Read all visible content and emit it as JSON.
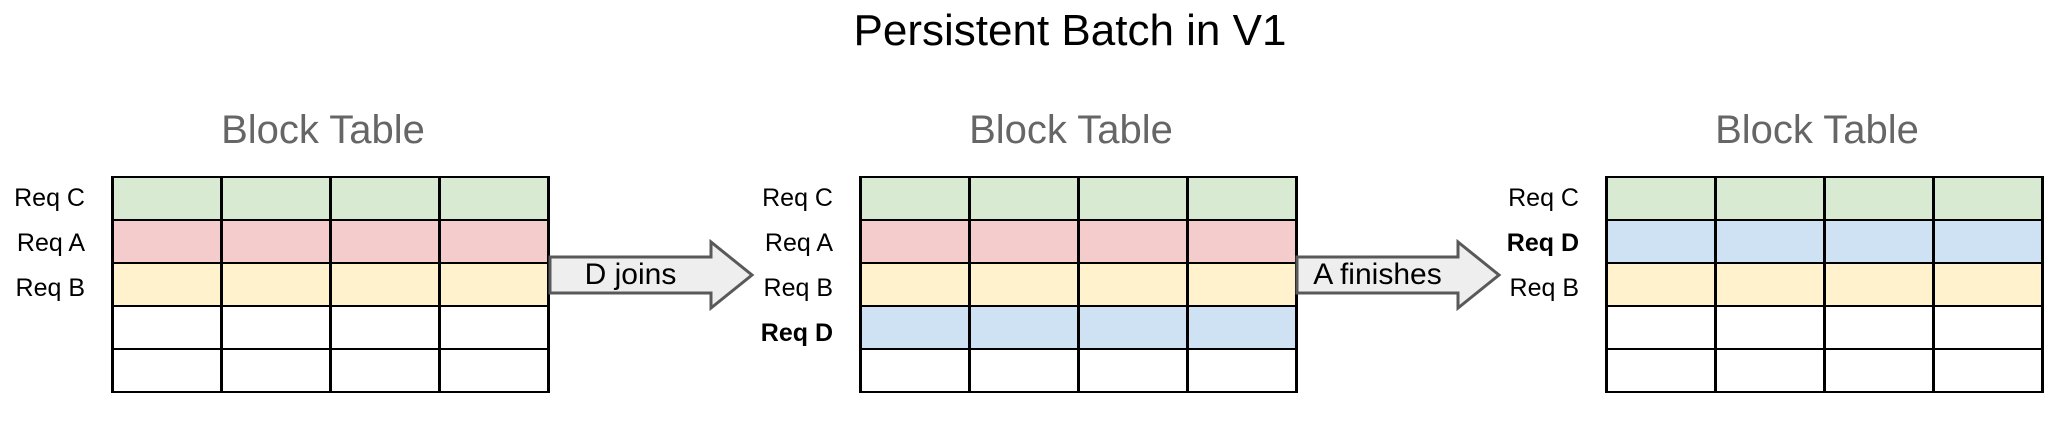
{
  "title": "Persistent Batch in V1",
  "colors": {
    "green": "#d9ead3",
    "red": "#f4cccc",
    "yellow": "#fff2cc",
    "blue": "#cfe2f3",
    "white": "#ffffff",
    "panel_title": "#666666",
    "grid_border": "#000000",
    "arrow_fill": "#eeeeee",
    "arrow_border": "#595959"
  },
  "panels": [
    {
      "title": "Block Table",
      "columns": 4,
      "rows": [
        {
          "label": "Req C",
          "bold": false,
          "color": "green"
        },
        {
          "label": "Req A",
          "bold": false,
          "color": "red"
        },
        {
          "label": "Req B",
          "bold": false,
          "color": "yellow"
        },
        {
          "label": "",
          "bold": false,
          "color": "white"
        },
        {
          "label": "",
          "bold": false,
          "color": "white"
        }
      ]
    },
    {
      "title": "Block Table",
      "columns": 4,
      "rows": [
        {
          "label": "Req C",
          "bold": false,
          "color": "green"
        },
        {
          "label": "Req A",
          "bold": false,
          "color": "red"
        },
        {
          "label": "Req B",
          "bold": false,
          "color": "yellow"
        },
        {
          "label": "Req D",
          "bold": true,
          "color": "blue"
        },
        {
          "label": "",
          "bold": false,
          "color": "white"
        }
      ]
    },
    {
      "title": "Block Table",
      "columns": 4,
      "rows": [
        {
          "label": "Req C",
          "bold": false,
          "color": "green"
        },
        {
          "label": "Req D",
          "bold": true,
          "color": "blue"
        },
        {
          "label": "Req B",
          "bold": false,
          "color": "yellow"
        },
        {
          "label": "",
          "bold": false,
          "color": "white"
        },
        {
          "label": "",
          "bold": false,
          "color": "white"
        }
      ]
    }
  ],
  "arrows": [
    {
      "label": "D joins"
    },
    {
      "label": "A finishes"
    }
  ]
}
